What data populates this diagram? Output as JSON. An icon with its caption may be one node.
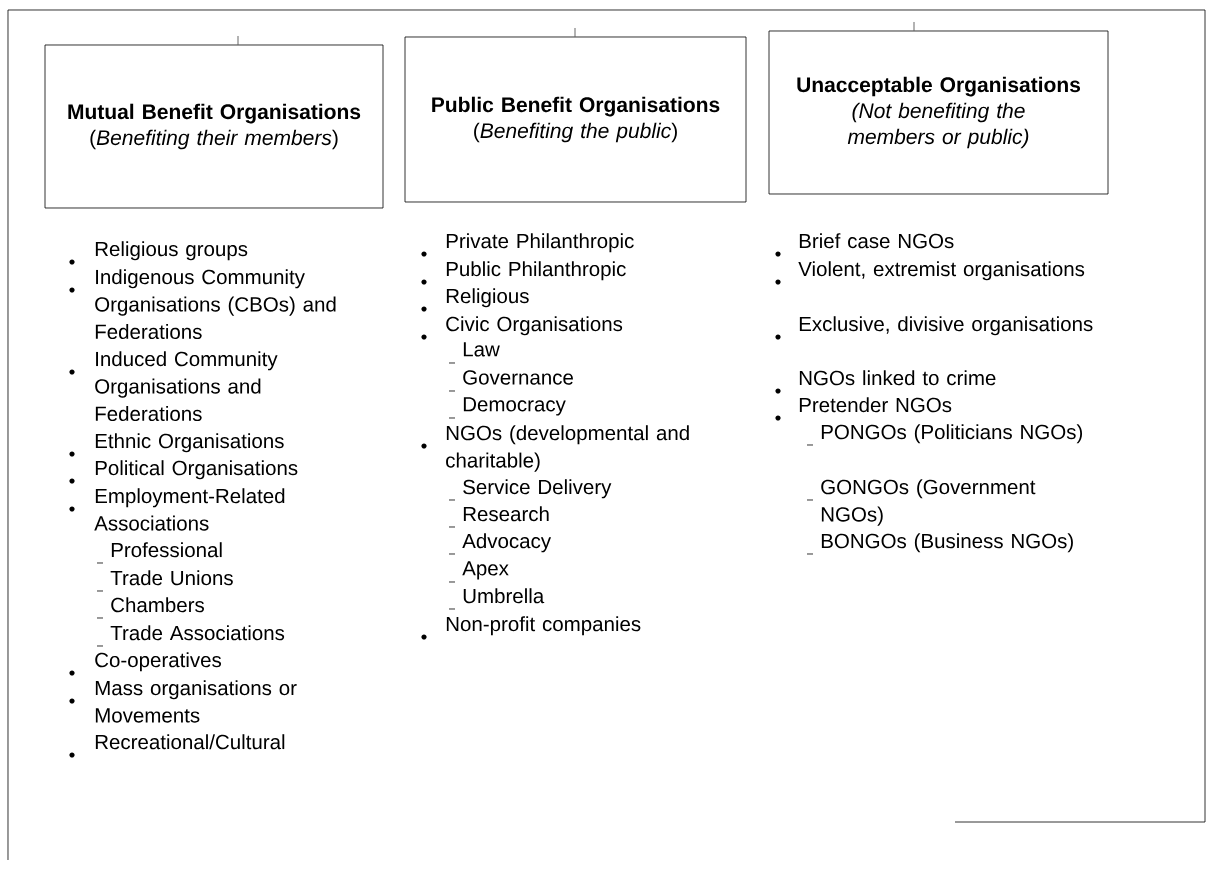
{
  "diagram": {
    "nodes": [
      {
        "text": [
          "Mutual Benefit Organisations",
          "(*Benefiting their members*)"
        ]
      },
      {
        "text": [
          "Public Benefit Organisations",
          "(*Benefiting the public*)"
        ]
      },
      {
        "text": [
          "Unacceptable Organisations",
          "*(Not benefiting the members or public)*"
        ]
      }
    ],
    "edges": [
      {
        "from": null,
        "to": 0,
        "arrow": "none"
      },
      {
        "from": null,
        "to": 1,
        "arrow": "none"
      },
      {
        "from": null,
        "to": 2,
        "arrow": "none"
      }
    ],
    "labels": [
      "Religious groups",
      "Indigenous Community Organisations (CBOs) and Federations",
      "Induced Community Organisations and Federations",
      "Ethnic Organisations",
      "Political Organisations",
      "Employment-Related Associations",
      "Professional",
      "Trade Unions",
      "Chambers",
      "Trade Associations",
      "Co-operatives",
      "Mass organisations or Movements",
      "Recreational/Cultural",
      "Private Philanthropic",
      "Public Philanthropic",
      "Religious",
      "Civic Organisations",
      "Law",
      "Governance",
      "Democracy",
      "NGOs (developmental and charitable)",
      "Service Delivery",
      "Research",
      "Advocacy",
      "Apex",
      "Umbrella",
      "Non-profit companies",
      "Brief case NGOs",
      "Violent, extremist organisations",
      "Exclusive, divisive organisations",
      "NGOs linked to crime",
      "Pretender NGOs",
      "PONGOs (Politicians NGOs)",
      "GONGOs (Government NGOs)",
      "BONGOs (Business NGOs)"
    ]
  }
}
